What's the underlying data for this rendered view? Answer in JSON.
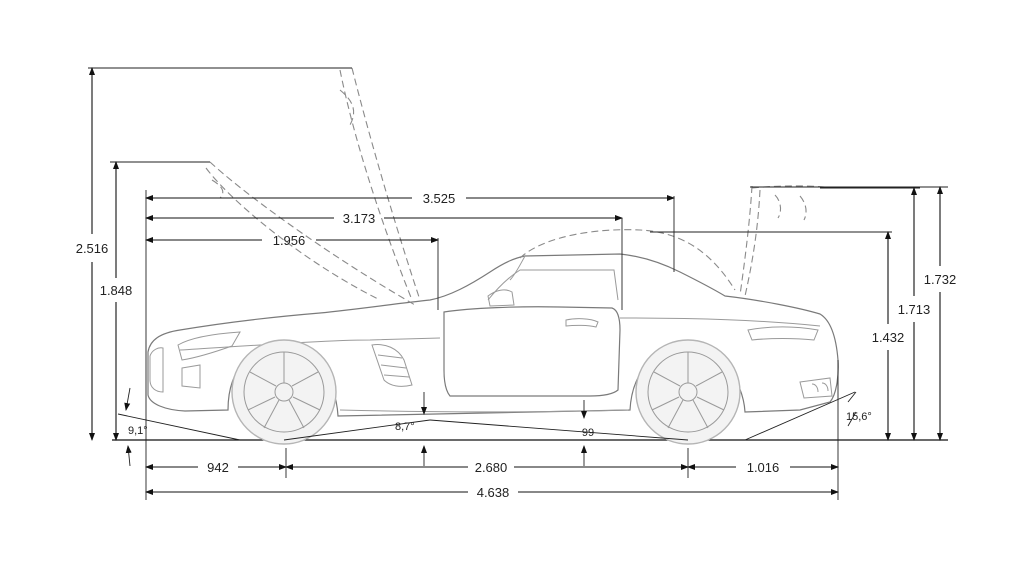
{
  "diagram": {
    "dimensions": {
      "overall_length": "4.638",
      "wheelbase": "2.680",
      "front_overhang": "942",
      "rear_overhang": "1.016",
      "dim_to_rear_glass": "3.525",
      "dim_to_door_rear": "3.173",
      "dim_to_door_front": "1.956",
      "height_hood_open": "2.516",
      "height_door_open": "1.848",
      "height_roof": "1.432",
      "height_trunk_open": "1.713",
      "height_trunk_open_max": "1.732",
      "ground_clearance": "99",
      "approach_angle": "9,1°",
      "ramp_angle": "8,7°",
      "departure_angle": "15,6°"
    }
  }
}
